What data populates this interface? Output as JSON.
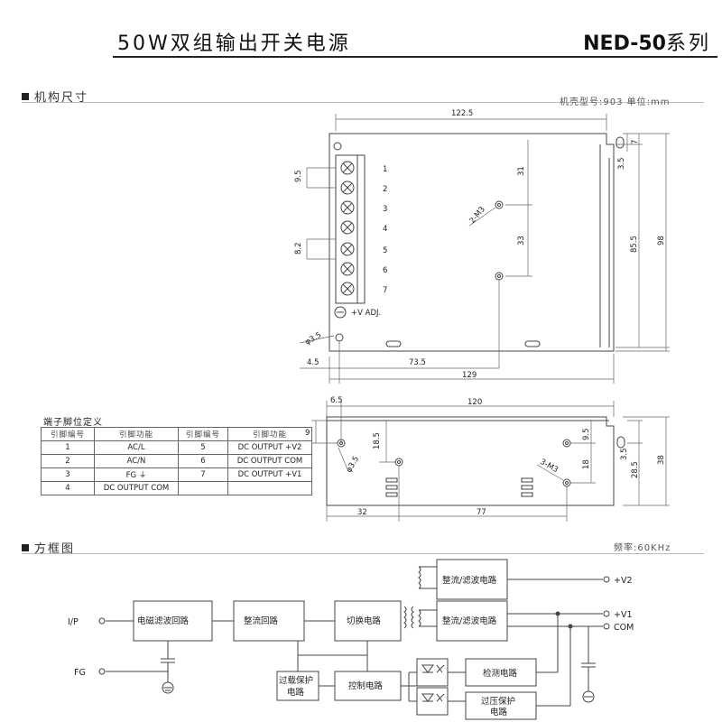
{
  "header": {
    "title": "50W双组输出开关电源",
    "model_bold": "NED-50",
    "model_suffix": "系列"
  },
  "mech": {
    "section_label": "机构尺寸",
    "case_note": "机壳型号:903 单位:mm",
    "top_view": {
      "terminal_numbers": [
        "1",
        "2",
        "3",
        "4",
        "5",
        "6",
        "7"
      ],
      "vadj_label": "+V ADJ.",
      "dims": {
        "width_top": "122.5",
        "pitch_a": "9.5",
        "pitch_b": "8.2",
        "hole_label": "2-M3",
        "v_31": "31",
        "v_33": "33",
        "v_7": "7",
        "v_3_5": "3.5",
        "v_85_5": "85.5",
        "v_98": "98",
        "hole_dia": "φ3.5",
        "h_4_5": "4.5",
        "h_73_5": "73.5",
        "h_129": "129"
      }
    },
    "side_view": {
      "dims": {
        "h_6_5": "6.5",
        "h_120": "120",
        "v_9": "9",
        "hole_dia": "φ3.5",
        "v_18_5": "18.5",
        "v_9_5": "9.5",
        "v_18": "18",
        "hole_label": "3-M3",
        "v_3_5": "3.5",
        "v_28_5": "28.5",
        "v_38": "38",
        "h_32": "32",
        "h_77": "77"
      }
    },
    "pin_table": {
      "title": "端子脚位定义",
      "headers": [
        "引脚编号",
        "引脚功能",
        "引脚编号",
        "引脚功能"
      ],
      "rows": [
        [
          "1",
          "AC/L",
          "5",
          "DC OUTPUT +V2"
        ],
        [
          "2",
          "AC/N",
          "6",
          "DC OUTPUT COM"
        ],
        [
          "3",
          "FG ⏚",
          "7",
          "DC OUTPUT +V1"
        ],
        [
          "4",
          "DC OUTPUT COM",
          "",
          ""
        ]
      ]
    }
  },
  "block": {
    "section_label": "方框图",
    "freq_note": "频率:60KHz",
    "labels": {
      "ip": "I/P",
      "fg": "FG",
      "emi": "电磁滤波回路",
      "rectifier": "整流回路",
      "switching": "切换电路",
      "rect_filter_v2": "整流/滤波电路",
      "rect_filter_v1": "整流/滤波电路",
      "out_v2": "+V2",
      "out_v1": "+V1",
      "out_com": "COM",
      "olp_line1": "过载保护",
      "olp_line2": "电路",
      "control": "控制电路",
      "detect": "检测电路",
      "ovp_line1": "过压保护",
      "ovp_line2": "电路"
    }
  }
}
